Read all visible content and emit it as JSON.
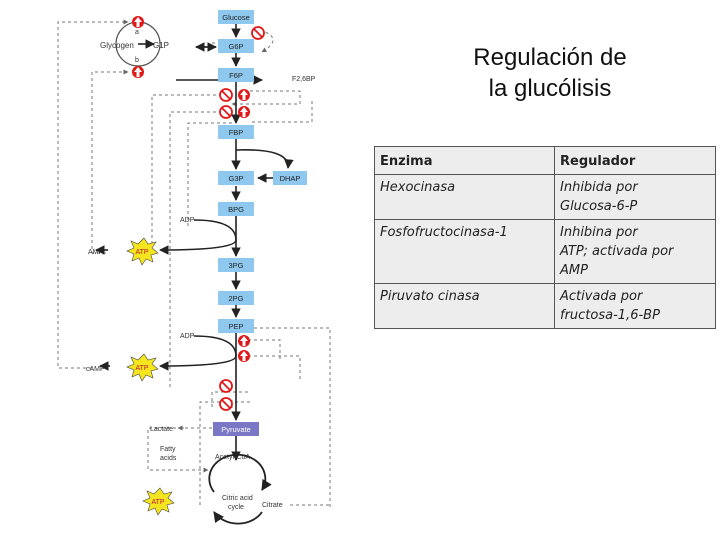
{
  "title": {
    "line1": "Regulación de",
    "line2": "la glucólisis"
  },
  "table": {
    "headers": [
      "Enzima",
      "Regulador"
    ],
    "rows": [
      [
        "Hexocinasa",
        "Inhibida por\nGlucosa-6-P"
      ],
      [
        "Fosfofructocinasa-1",
        "Inhibina por\nATP; activada por\nAMP"
      ],
      [
        "Piruvato cinasa",
        "Activada por\n fructosa-1,6-BP"
      ]
    ]
  },
  "diagram": {
    "pathway": [
      "Glucose",
      "G6P",
      "F6P",
      "FBP",
      "G3P",
      "BPG",
      "3PG",
      "2PG",
      "PEP",
      "Pyruvate"
    ],
    "dhap": "DHAP",
    "f26bp": "F2,6BP",
    "glycogen": "Glycogen",
    "g1p": "G1P",
    "branch_a": "a",
    "branch_b": "b",
    "adp": "ADP",
    "atp": "ATP",
    "amp": "AMP",
    "camp": "cAMP",
    "lactate": "Lactate",
    "fatty_acids": "Fatty\nacids",
    "acetyl_coa": "Acetyl-CoA",
    "citric_acid_cycle": "Citric acid\ncycle",
    "citrate": "Citrate",
    "colors": {
      "box": "#8fc8ee",
      "pyruvate_box": "#7a78c6",
      "activation": "#e01818",
      "atp_star": "#f5e51f"
    }
  }
}
